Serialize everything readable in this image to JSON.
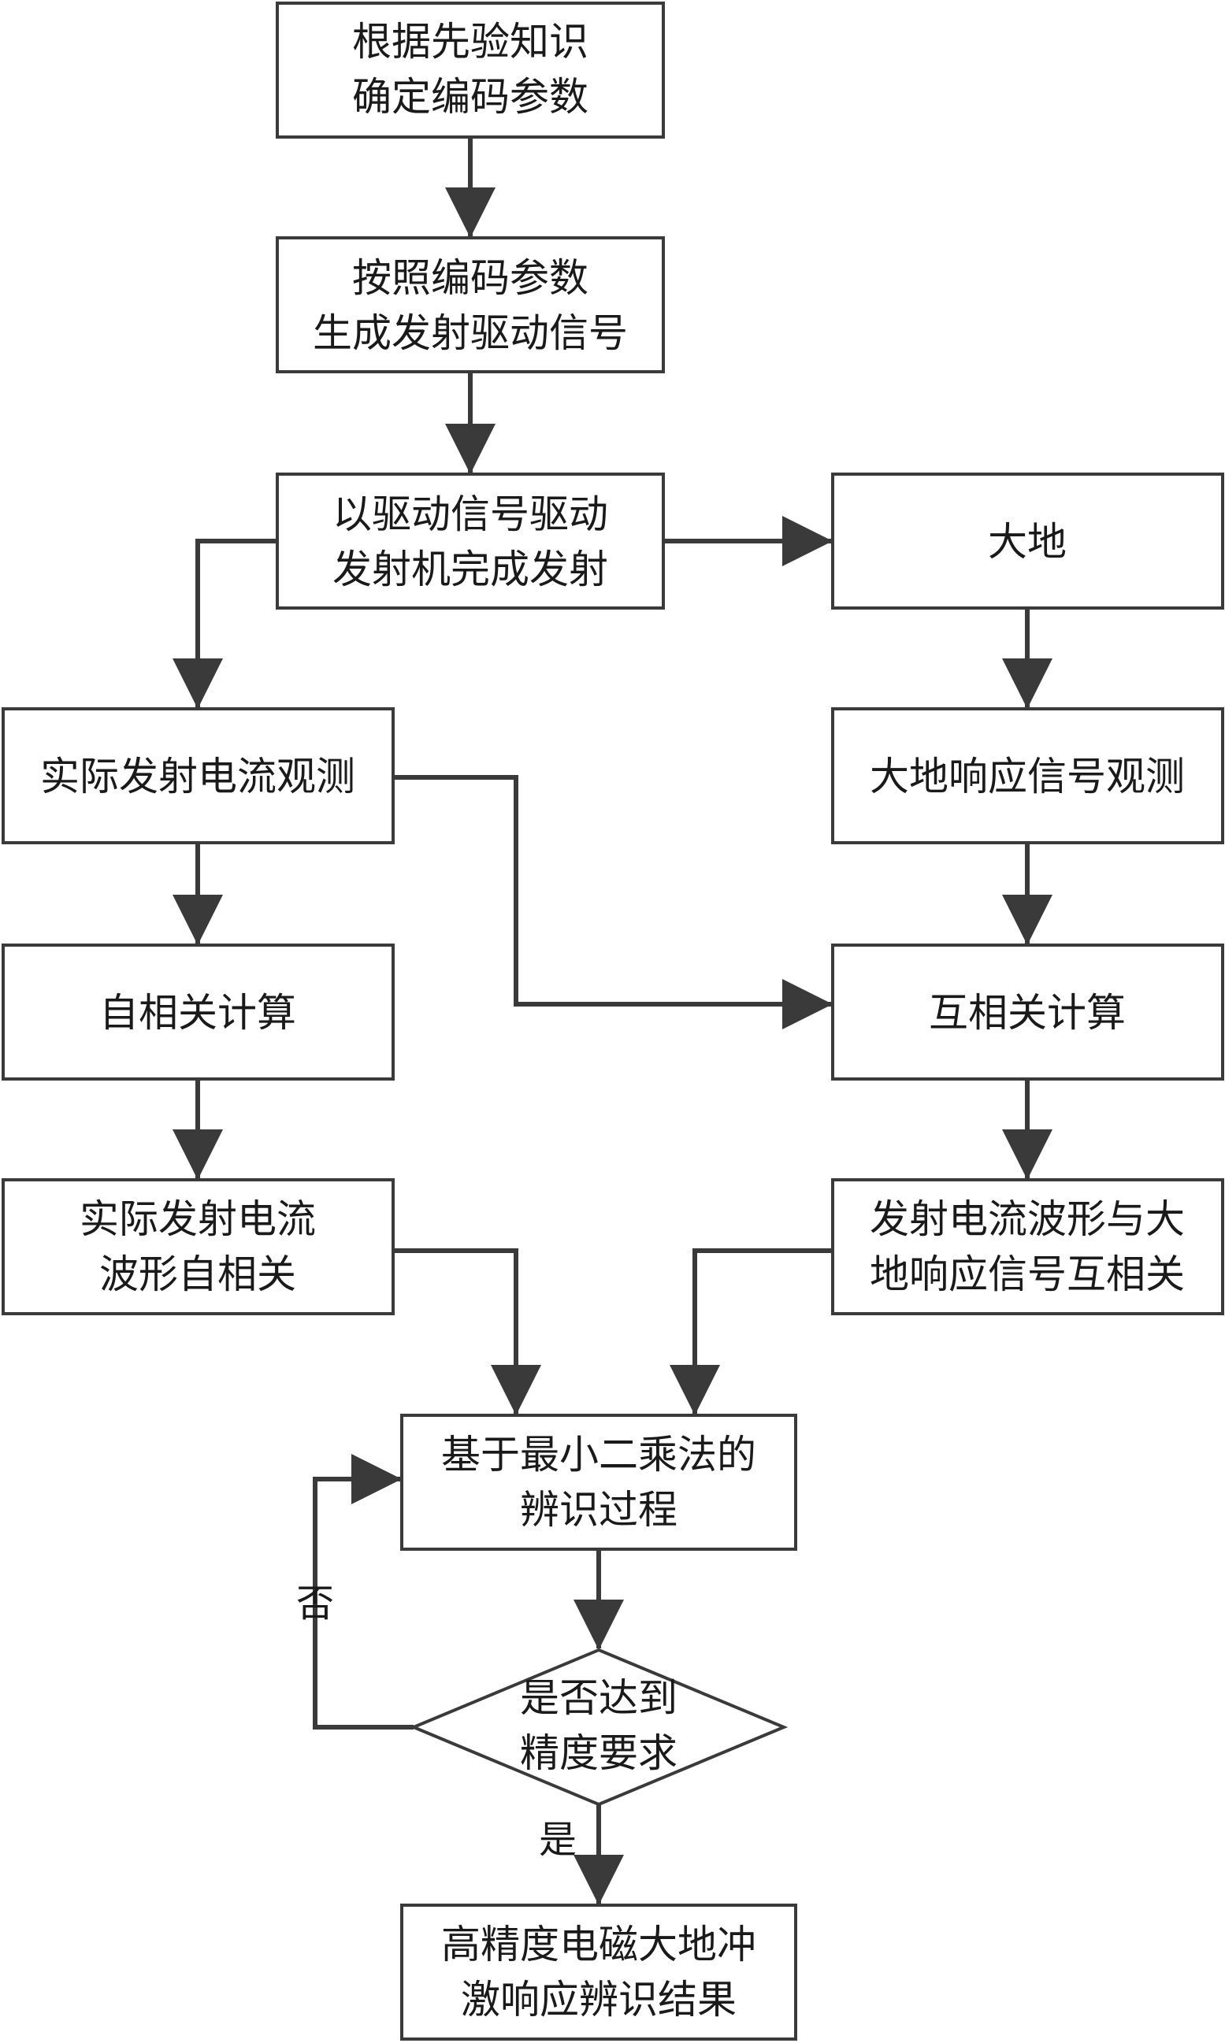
{
  "nodes": {
    "determine_params": {
      "lines": [
        "根据先验知识",
        "确定编码参数"
      ]
    },
    "generate_signal": {
      "lines": [
        "按照编码参数",
        "生成发射驱动信号"
      ]
    },
    "transmit": {
      "lines": [
        "以驱动信号驱动",
        "发射机完成发射"
      ]
    },
    "earth": {
      "lines": [
        "大地"
      ]
    },
    "current_obs": {
      "lines": [
        "实际发射电流观测"
      ]
    },
    "earth_resp_obs": {
      "lines": [
        "大地响应信号观测"
      ]
    },
    "autocorr_calc": {
      "lines": [
        "自相关计算"
      ]
    },
    "crosscorr_calc": {
      "lines": [
        "互相关计算"
      ]
    },
    "autocorr_result": {
      "lines": [
        "实际发射电流",
        "波形自相关"
      ]
    },
    "crosscorr_result": {
      "lines": [
        "发射电流波形与大",
        "地响应信号互相关"
      ]
    },
    "ls_identification": {
      "lines": [
        "基于最小二乘法的",
        "辨识过程"
      ]
    },
    "precision_check": {
      "lines": [
        "是否达到",
        "精度要求"
      ]
    },
    "final_result": {
      "lines": [
        "高精度电磁大地冲",
        "激响应辨识结果"
      ]
    }
  },
  "labels": {
    "no": "否",
    "yes": "是"
  },
  "colors": {
    "stroke": "#3a3a3a",
    "text": "#1a1a1a"
  }
}
